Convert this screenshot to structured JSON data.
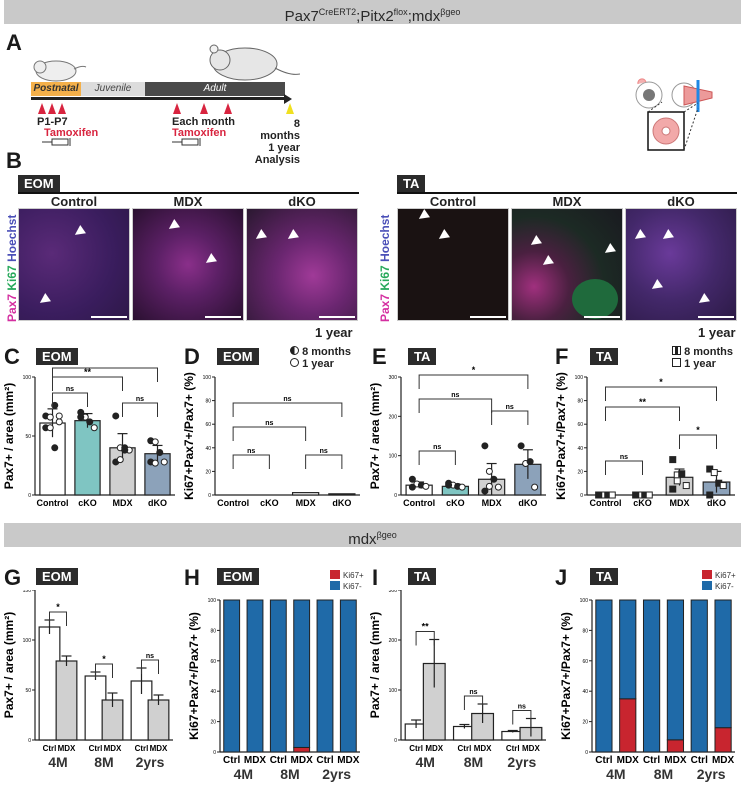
{
  "header": {
    "title_parts": [
      "Pax7",
      "CreERT2",
      ";Pitx2",
      "flox",
      ";mdx",
      "βgeo"
    ]
  },
  "panel_a": {
    "letter": "A",
    "timeline": {
      "segments": [
        "Postnatal",
        "Juvenile",
        "Adult"
      ],
      "injection1": {
        "line1": "P1-P7",
        "line2": "Tamoxifen"
      },
      "injection2": {
        "line1": "Each month",
        "line2": "Tamoxifen"
      },
      "analysis": {
        "line1": "8 months",
        "line2": "1 year",
        "line3": "Analysis"
      }
    }
  },
  "panel_b": {
    "letter": "B",
    "stain_label": {
      "pax7": "Pax7",
      "ki67": "Ki67",
      "hoechst": "Hoechst"
    },
    "eom": {
      "tag": "EOM",
      "columns": [
        "Control",
        "MDX",
        "dKO"
      ],
      "timepoint": "1 year"
    },
    "ta": {
      "tag": "TA",
      "columns": [
        "Control",
        "MDX",
        "dKO"
      ],
      "timepoint": "1 year"
    }
  },
  "mid_band": {
    "title_parts": [
      "mdx",
      "βgeo"
    ]
  },
  "legend_dots": {
    "months8": "8 months",
    "year1": "1 year"
  },
  "chart_data": [
    {
      "panel": "C",
      "tag": "EOM",
      "type": "bar",
      "categories": [
        "Control",
        "cKO",
        "MDX",
        "dKO"
      ],
      "values": [
        61,
        63,
        40,
        35
      ],
      "errors": [
        12,
        6,
        12,
        7
      ],
      "ylabel": "Pax7+ / area (mm²)",
      "ylim": [
        0,
        100
      ],
      "yticks": [
        0,
        50,
        100
      ],
      "colors": [
        "#ffffff",
        "#7fc5c2",
        "#d0d0d0",
        "#8ca2ba"
      ],
      "points": [
        [
          67,
          66,
          76,
          62,
          57,
          57,
          40,
          67
        ],
        [
          70,
          66,
          62,
          57,
          66
        ],
        [
          67,
          40,
          40,
          38,
          28,
          30,
          38
        ],
        [
          46,
          45,
          36,
          28,
          28,
          27
        ]
      ],
      "significance": [
        {
          "from": 0,
          "to": 3,
          "label": "**"
        },
        {
          "from": 0,
          "to": 2,
          "label": "**"
        },
        {
          "from": 0,
          "to": 1,
          "label": "ns"
        },
        {
          "from": 2,
          "to": 3,
          "label": "ns"
        }
      ]
    },
    {
      "panel": "D",
      "tag": "EOM",
      "type": "bar",
      "categories": [
        "Control",
        "cKO",
        "MDX",
        "dKO"
      ],
      "values": [
        0,
        0,
        2,
        1
      ],
      "ylabel": "Ki67+Pax7+/Pax7+ (%)",
      "ylim": [
        0,
        100
      ],
      "yticks": [
        0,
        20,
        40,
        60,
        80,
        100
      ],
      "legend": [
        "8 months",
        "1 year"
      ],
      "significance": [
        {
          "from": 0,
          "to": 3,
          "label": "ns"
        },
        {
          "from": 0,
          "to": 2,
          "label": "ns"
        },
        {
          "from": 0,
          "to": 1,
          "label": "ns"
        },
        {
          "from": 2,
          "to": 3,
          "label": "ns"
        }
      ]
    },
    {
      "panel": "E",
      "tag": "TA",
      "type": "bar",
      "categories": [
        "Control",
        "cKO",
        "MDX",
        "dKO"
      ],
      "values": [
        25,
        22,
        40,
        78
      ],
      "errors": [
        8,
        6,
        40,
        37
      ],
      "ylabel": "Pax7+ / area (mm²)",
      "ylim": [
        0,
        300
      ],
      "yticks": [
        0,
        100,
        200,
        300
      ],
      "colors": [
        "#ffffff",
        "#7fc5c2",
        "#d0d0d0",
        "#8ca2ba"
      ],
      "points": [
        [
          40,
          28,
          25,
          22,
          20
        ],
        [
          30,
          25,
          22,
          20,
          25
        ],
        [
          125,
          60,
          40,
          20,
          10,
          22
        ],
        [
          125,
          80,
          85,
          20
        ]
      ],
      "significance": [
        {
          "from": 0,
          "to": 3,
          "label": "*"
        },
        {
          "from": 0,
          "to": 2,
          "label": "ns"
        },
        {
          "from": 0,
          "to": 1,
          "label": "ns"
        },
        {
          "from": 2,
          "to": 3,
          "label": "ns"
        }
      ]
    },
    {
      "panel": "F",
      "tag": "TA",
      "type": "bar",
      "categories": [
        "Control",
        "cKO",
        "MDX",
        "dKO"
      ],
      "values": [
        0,
        0,
        15,
        11
      ],
      "errors": [
        0,
        0,
        7,
        9
      ],
      "ylabel": "Ki67+Pax7+/Pax7+ (%)",
      "ylim": [
        0,
        100
      ],
      "yticks": [
        0,
        20,
        40,
        60,
        80,
        100
      ],
      "legend": [
        "8 months",
        "1 year"
      ],
      "colors": [
        "#ffffff",
        "#7fc5c2",
        "#d0d0d0",
        "#8ca2ba"
      ],
      "points": [
        [
          0,
          0,
          0,
          0,
          0
        ],
        [
          0,
          0,
          0,
          0,
          0
        ],
        [
          30,
          17,
          18,
          8,
          5,
          12
        ],
        [
          22,
          19,
          10,
          8,
          0
        ]
      ],
      "significance": [
        {
          "from": 0,
          "to": 3,
          "label": "*"
        },
        {
          "from": 0,
          "to": 2,
          "label": "**"
        },
        {
          "from": 0,
          "to": 1,
          "label": "ns"
        },
        {
          "from": 2,
          "to": 3,
          "label": "*"
        }
      ]
    },
    {
      "panel": "G",
      "tag": "EOM",
      "type": "bar",
      "categories": [
        "Ctrl",
        "MDX",
        "Ctrl",
        "MDX",
        "Ctrl",
        "MDX"
      ],
      "groups": [
        "4M",
        "8M",
        "2yrs"
      ],
      "values": [
        113,
        79,
        64,
        40,
        59,
        40
      ],
      "errors": [
        7,
        5,
        4,
        7,
        13,
        5
      ],
      "ylabel": "Pax7+ / area (mm²)",
      "ylim": [
        0,
        150
      ],
      "yticks": [
        0,
        50,
        100,
        150
      ],
      "colors": [
        "#ffffff",
        "#d0d0d0"
      ],
      "significance": [
        {
          "group": "4M",
          "label": "*"
        },
        {
          "group": "8M",
          "label": "*"
        },
        {
          "group": "2yrs",
          "label": "ns"
        }
      ]
    },
    {
      "panel": "H",
      "tag": "EOM",
      "type": "bar",
      "stacked": true,
      "categories": [
        "Ctrl",
        "MDX",
        "Ctrl",
        "MDX",
        "Ctrl",
        "MDX"
      ],
      "groups": [
        "4M",
        "8M",
        "2yrs"
      ],
      "series": [
        {
          "name": "Ki67-",
          "values": [
            100,
            100,
            100,
            97,
            100,
            100
          ],
          "color": "#1f6aa8"
        },
        {
          "name": "Ki67+",
          "values": [
            0,
            0,
            0,
            3,
            0,
            0
          ],
          "color": "#c8252f"
        }
      ],
      "ylabel": "Ki67+Pax7+/Pax7+ (%)",
      "ylim": [
        0,
        100
      ],
      "yticks": [
        0,
        20,
        40,
        60,
        80,
        100
      ]
    },
    {
      "panel": "I",
      "tag": "TA",
      "type": "bar",
      "categories": [
        "Ctrl",
        "MDX",
        "Ctrl",
        "MDX",
        "Ctrl",
        "MDX"
      ],
      "groups": [
        "4M",
        "8M",
        "2yrs"
      ],
      "values": [
        32,
        153,
        27,
        53,
        17,
        25
      ],
      "errors": [
        8,
        48,
        4,
        19,
        2,
        18
      ],
      "ylabel": "Pax7+ / area (mm²)",
      "ylim": [
        0,
        300
      ],
      "yticks": [
        0,
        100,
        200,
        300
      ],
      "colors": [
        "#ffffff",
        "#d0d0d0"
      ],
      "significance": [
        {
          "group": "4M",
          "label": "**"
        },
        {
          "group": "8M",
          "label": "ns"
        },
        {
          "group": "2yrs",
          "label": "ns"
        }
      ]
    },
    {
      "panel": "J",
      "tag": "TA",
      "type": "bar",
      "stacked": true,
      "categories": [
        "Ctrl",
        "MDX",
        "Ctrl",
        "MDX",
        "Ctrl",
        "MDX"
      ],
      "groups": [
        "4M",
        "8M",
        "2yrs"
      ],
      "series": [
        {
          "name": "Ki67-",
          "values": [
            100,
            65,
            100,
            92,
            100,
            84
          ],
          "color": "#1f6aa8"
        },
        {
          "name": "Ki67+",
          "values": [
            0,
            35,
            0,
            8,
            0,
            16
          ],
          "color": "#c8252f"
        }
      ],
      "ylabel": "Ki67+Pax7+/Pax7+ (%)",
      "ylim": [
        0,
        100
      ],
      "yticks": [
        0,
        20,
        40,
        60,
        80,
        100
      ]
    }
  ]
}
